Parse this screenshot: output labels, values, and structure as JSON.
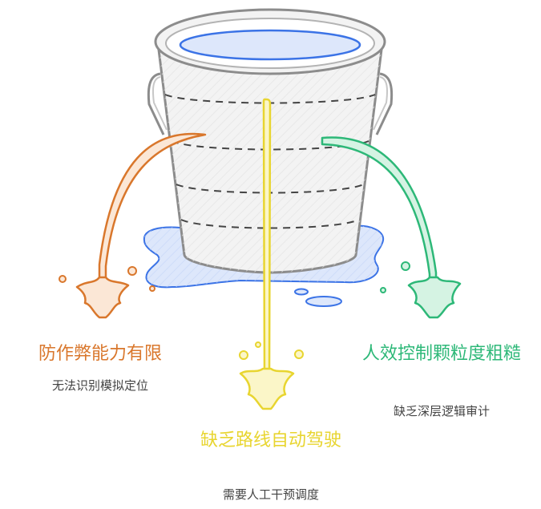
{
  "colors": {
    "orange": "#d9772c",
    "yellow": "#e8d530",
    "green": "#2db878",
    "water_blue": "#3b73e6",
    "bucket_stroke": "#8c8c8c",
    "bucket_fill": "#f3f3f3"
  },
  "leaks": [
    {
      "id": "left",
      "title": "防作弊能力有限",
      "description": "无法识别模拟定位",
      "color": "#d9772c"
    },
    {
      "id": "center",
      "title": "缺乏路线自动驾驶",
      "description": "需要人工干预调度",
      "color": "#e8d530"
    },
    {
      "id": "right",
      "title": "人效控制颗粒度粗糙",
      "description": "缺乏深层逻辑审计",
      "color": "#2db878"
    }
  ]
}
